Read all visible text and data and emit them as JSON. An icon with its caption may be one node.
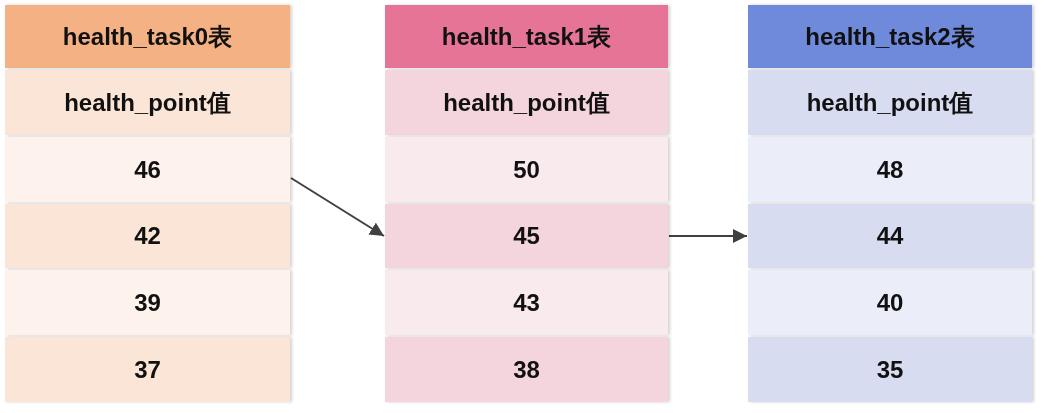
{
  "diagram": {
    "nodes": [
      {
        "text": [
          "health_task0表"
        ]
      },
      {
        "text": [
          "health_point值"
        ]
      },
      {
        "text": [
          "46"
        ]
      },
      {
        "text": [
          "42"
        ]
      },
      {
        "text": [
          "39"
        ]
      },
      {
        "text": [
          "37"
        ]
      },
      {
        "text": [
          "health_task1表"
        ]
      },
      {
        "text": [
          "health_point值"
        ]
      },
      {
        "text": [
          "50"
        ]
      },
      {
        "text": [
          "45"
        ]
      },
      {
        "text": [
          "43"
        ]
      },
      {
        "text": [
          "38"
        ]
      },
      {
        "text": [
          "health_task2表"
        ]
      },
      {
        "text": [
          "health_point值"
        ]
      },
      {
        "text": [
          "48"
        ]
      },
      {
        "text": [
          "44"
        ]
      },
      {
        "text": [
          "40"
        ]
      },
      {
        "text": [
          "35"
        ]
      }
    ],
    "edges": [
      {
        "from": 2,
        "to": 9,
        "arrow": "to"
      },
      {
        "from": 9,
        "to": 15,
        "arrow": "to"
      }
    ]
  }
}
